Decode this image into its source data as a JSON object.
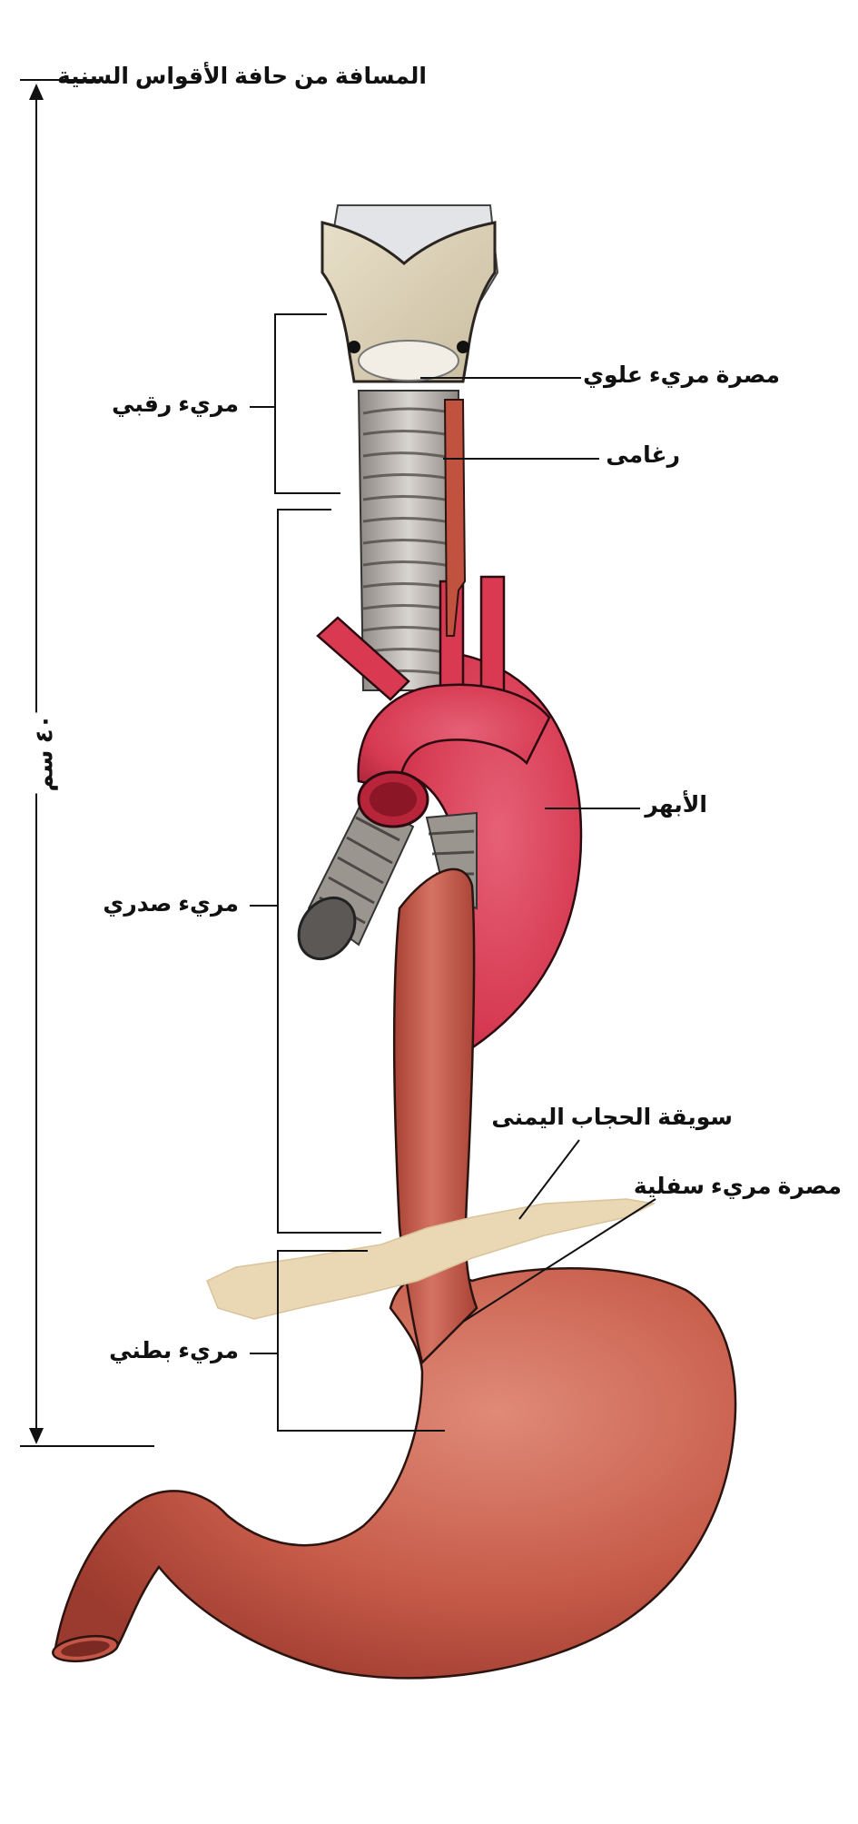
{
  "labels": {
    "distance_title": "المسافة من حافة الأقواس السنية",
    "distance_value": "٤٠ سم",
    "upper_sphincter": "مصرة مريء علوي",
    "trachea": "رغامى",
    "cervical_esophagus": "مريء رقبي",
    "aorta": "الأبهر",
    "thoracic_esophagus": "مريء صدري",
    "right_crus": "سويقة الحجاب اليمنى",
    "lower_sphincter": "مصرة مريء سفلية",
    "abdominal_esophagus": "مريء بطني"
  },
  "colors": {
    "esophagus": "#c2584a",
    "stomach": "#c9604e",
    "aorta": "#d93a52",
    "cartilage": "#d6ccb4",
    "diaphragm": "#ead7b4",
    "trachea": "#9a9590",
    "line": "#111111"
  }
}
